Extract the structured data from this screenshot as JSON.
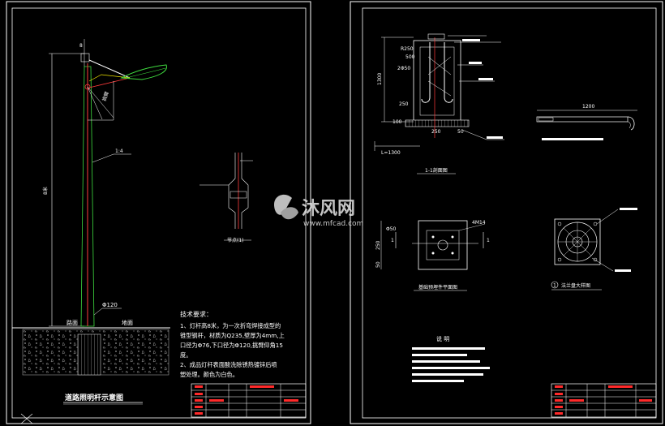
{
  "colors": {
    "background": "#000000",
    "frame": "#ffffff",
    "pole": "#ff3b3b",
    "lamp": "#3fdc3f",
    "dim": "#ffffff",
    "accent_yellow": "#f2e600",
    "title_block_red": "#ff2a2a",
    "ground_hatch": "#9a9a9a",
    "foundation_hatch": "#cccccc"
  },
  "left_sheet": {
    "pole_top_dim": "8",
    "pole_label": "1:4",
    "pole_mid_label": "8米",
    "pole_diameter": "Φ120",
    "ground_left": "路面",
    "ground_right": "地面",
    "lamp_arm_label": "挑臂",
    "detail_label": "节点(1)",
    "notes_title": "技术要求：",
    "notes_line1": "1、灯杆高8米，为一次折弯焊接成型的",
    "notes_line2": "锥型钢杆，材质为Q235,壁厚为4mm,上",
    "notes_line3": "口径为Φ76,下口径为Φ120,挑臂仰角15",
    "notes_line4": "度。",
    "notes_line5": "2、成品灯杆表面酸洗除锈热镀锌后喷",
    "notes_line6": "塑处理。颜色为白色。",
    "caption": "道路照明杆示意图"
  },
  "right_sheet": {
    "dim_top": "500",
    "dim_250": "250",
    "dim_r": "R250",
    "dim_height": "1300",
    "dim_2000": "2Φ50",
    "dim_100": "100",
    "dim_base_250": "250",
    "dim_50": "50",
    "dim_L": "L=1300",
    "section_caption": "1-1剖面图",
    "anchor_dim": "1200",
    "plan_label_4m": "4M14",
    "plan_label_50": "Φ50",
    "plan_dim_250": "250",
    "plan_dim_50": "50",
    "plan_mark": "1",
    "plan_caption": "基础预埋件平面图",
    "flange_caption": "法兰盘大样图",
    "flange_mark": "1",
    "notes_title": "说  明"
  },
  "watermark": {
    "brand": "沐风网",
    "url": "www.mfcad.com"
  }
}
